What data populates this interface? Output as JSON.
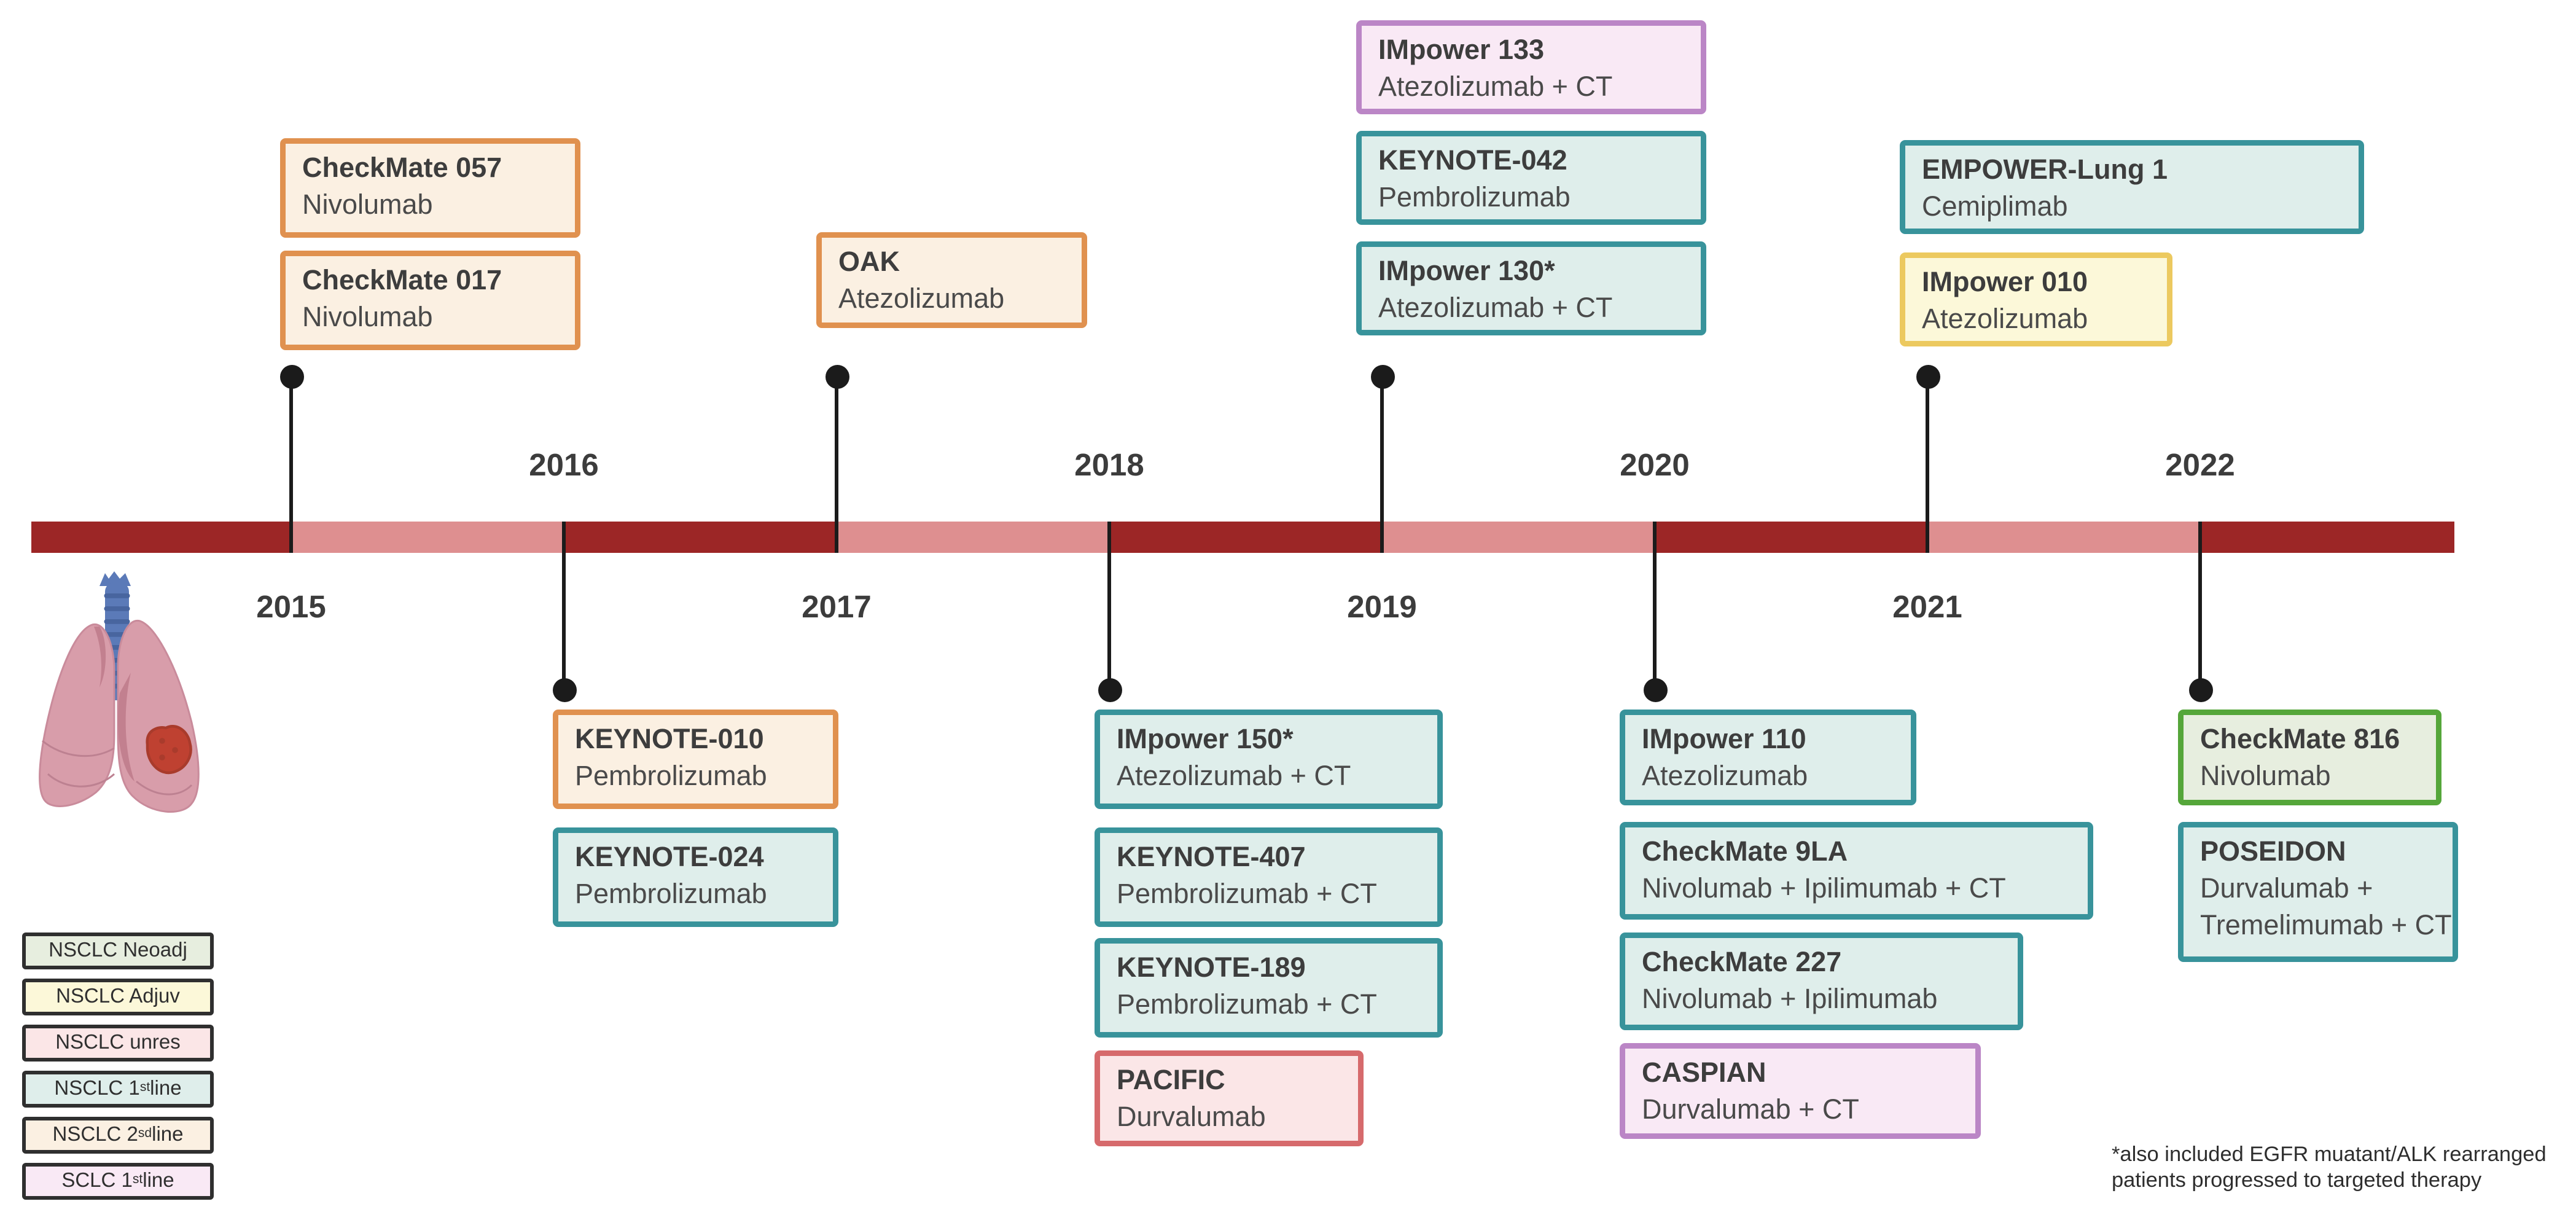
{
  "page": {
    "background_color": "#ffffff"
  },
  "timeline": {
    "bar_dark_color": "#9c2626",
    "bar_light_color": "#de8f90",
    "years": [
      {
        "label": "2015",
        "label_side": "below",
        "trials_side": "above"
      },
      {
        "label": "2016",
        "label_side": "above",
        "trials_side": "below"
      },
      {
        "label": "2017",
        "label_side": "below",
        "trials_side": "above"
      },
      {
        "label": "2018",
        "label_side": "above",
        "trials_side": "below"
      },
      {
        "label": "2019",
        "label_side": "below",
        "trials_side": "above"
      },
      {
        "label": "2020",
        "label_side": "above",
        "trials_side": "below"
      },
      {
        "label": "2021",
        "label_side": "below",
        "trials_side": "above"
      },
      {
        "label": "2022",
        "label_side": "above",
        "trials_side": "below"
      }
    ]
  },
  "categories": {
    "nsclc_neoadj": {
      "label": "NSCLC Neoadj",
      "border": "#55a63a",
      "fill": "#e7eedf"
    },
    "nsclc_adjuv": {
      "label": "NSCLC Adjuv",
      "border": "#ecc95f",
      "fill": "#fcf8d9"
    },
    "nsclc_unres": {
      "label": "NSCLC unres",
      "border": "#d66a6c",
      "fill": "#fbe6e7"
    },
    "nsclc_1l": {
      "label": "NSCLC 1st line",
      "border": "#38939b",
      "fill": "#dfeeeb"
    },
    "nsclc_2l": {
      "label": "NSCLC 2sd line",
      "border": "#e0914f",
      "fill": "#fbf0e2"
    },
    "sclc_1l": {
      "label": "SCLC 1st line",
      "border": "#bb86c6",
      "fill": "#f9e9f5"
    }
  },
  "legend": {
    "items": [
      {
        "pre": "NSCLC Neoadj",
        "sup": "",
        "post": "",
        "category": "nsclc_neoadj"
      },
      {
        "pre": "NSCLC Adjuv",
        "sup": "",
        "post": "",
        "category": "nsclc_adjuv"
      },
      {
        "pre": "NSCLC unres",
        "sup": "",
        "post": "",
        "category": "nsclc_unres"
      },
      {
        "pre": "NSCLC 1",
        "sup": "st",
        "post": " line",
        "category": "nsclc_1l"
      },
      {
        "pre": "NSCLC 2",
        "sup": "sd",
        "post": " line",
        "category": "nsclc_2l"
      },
      {
        "pre": "SCLC 1",
        "sup": "st",
        "post": " line",
        "category": "sclc_1l"
      }
    ]
  },
  "columns": [
    {
      "year": "2015",
      "trials": [
        {
          "name": "CheckMate 057",
          "therapy": "Nivolumab",
          "category": "nsclc_2l"
        },
        {
          "name": "CheckMate 017",
          "therapy": "Nivolumab",
          "category": "nsclc_2l"
        }
      ]
    },
    {
      "year": "2016",
      "trials": [
        {
          "name": "KEYNOTE-010",
          "therapy": "Pembrolizumab",
          "category": "nsclc_2l"
        },
        {
          "name": "KEYNOTE-024",
          "therapy": "Pembrolizumab",
          "category": "nsclc_1l"
        }
      ]
    },
    {
      "year": "2017",
      "trials": [
        {
          "name": "OAK",
          "therapy": "Atezolizumab",
          "category": "nsclc_2l"
        }
      ]
    },
    {
      "year": "2018",
      "trials": [
        {
          "name": "IMpower 150*",
          "therapy": "Atezolizumab + CT",
          "category": "nsclc_1l"
        },
        {
          "name": "KEYNOTE-407",
          "therapy": "Pembrolizumab + CT",
          "category": "nsclc_1l"
        },
        {
          "name": "KEYNOTE-189",
          "therapy": "Pembrolizumab + CT",
          "category": "nsclc_1l"
        },
        {
          "name": "PACIFIC",
          "therapy": "Durvalumab",
          "category": "nsclc_unres"
        }
      ]
    },
    {
      "year": "2019",
      "trials": [
        {
          "name": "IMpower 133",
          "therapy": "Atezolizumab + CT",
          "category": "sclc_1l"
        },
        {
          "name": "KEYNOTE-042",
          "therapy": "Pembrolizumab",
          "category": "nsclc_1l"
        },
        {
          "name": "IMpower 130*",
          "therapy": "Atezolizumab + CT",
          "category": "nsclc_1l"
        }
      ]
    },
    {
      "year": "2020",
      "trials": [
        {
          "name": "IMpower 110",
          "therapy": "Atezolizumab",
          "category": "nsclc_1l"
        },
        {
          "name": "CheckMate 9LA",
          "therapy": "Nivolumab + Ipilimumab + CT",
          "category": "nsclc_1l"
        },
        {
          "name": "CheckMate 227",
          "therapy": "Nivolumab + Ipilimumab",
          "category": "nsclc_1l"
        },
        {
          "name": "CASPIAN",
          "therapy": "Durvalumab + CT",
          "category": "sclc_1l"
        }
      ]
    },
    {
      "year": "2021",
      "trials": [
        {
          "name": "EMPOWER-Lung 1",
          "therapy": "Cemiplimab",
          "category": "nsclc_1l"
        },
        {
          "name": "IMpower 010",
          "therapy": "Atezolizumab",
          "category": "nsclc_adjuv"
        }
      ]
    },
    {
      "year": "2022",
      "trials": [
        {
          "name": "CheckMate 816",
          "therapy": "Nivolumab",
          "category": "nsclc_neoadj"
        },
        {
          "name": "POSEIDON",
          "therapy": "Durvalumab +",
          "therapy2": "Tremelimumab + CT",
          "category": "nsclc_1l"
        }
      ]
    }
  ],
  "footnote": {
    "line1": "*also included EGFR muatant/ALK rearranged",
    "line2": "patients progressed to targeted therapy"
  },
  "icons": {
    "lungs": "lungs-illustration"
  }
}
